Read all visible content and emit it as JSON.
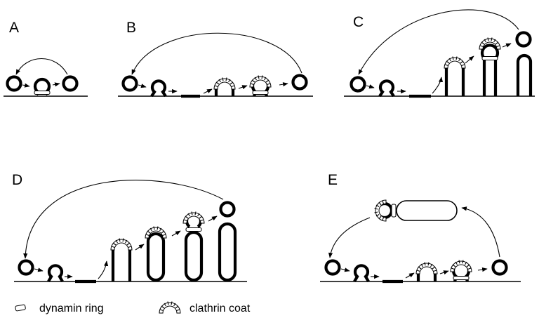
{
  "panels": [
    {
      "id": "A",
      "label": "A"
    },
    {
      "id": "B",
      "label": "B"
    },
    {
      "id": "C",
      "label": "C"
    },
    {
      "id": "D",
      "label": "D"
    },
    {
      "id": "E",
      "label": "E"
    }
  ],
  "legend": {
    "dynamin": "dynamin ring",
    "clathrin": "clathrin coat"
  }
}
